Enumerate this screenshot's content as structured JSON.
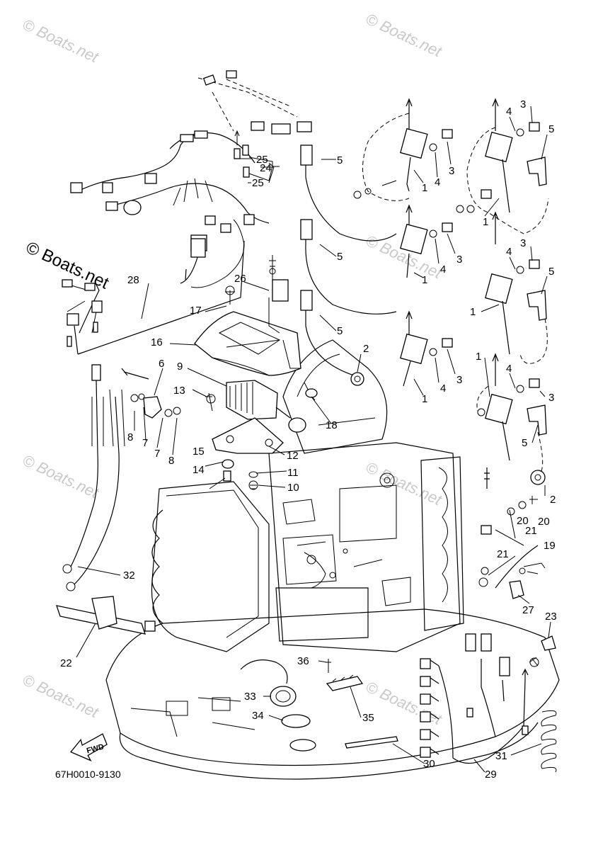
{
  "watermark": {
    "text": "© Boats.net"
  },
  "diagram_code": "67H0010-9130",
  "fwd_label": "FWD",
  "callouts": {
    "n1": "1",
    "n2": "2",
    "n3": "3",
    "n4": "4",
    "n5": "5",
    "n6": "6",
    "n7": "7",
    "n8": "8",
    "n9": "9",
    "n10": "10",
    "n11": "11",
    "n12": "12",
    "n13": "13",
    "n14": "14",
    "n15": "15",
    "n16": "16",
    "n17": "17",
    "n18": "18",
    "n19": "19",
    "n20": "20",
    "n21": "21",
    "n22": "22",
    "n23": "23",
    "n24": "24",
    "n25": "25",
    "n26": "26",
    "n27": "27",
    "n28": "28",
    "n29": "29",
    "n30": "30",
    "n31": "31",
    "n32": "32",
    "n33": "33",
    "n34": "34",
    "n35": "35",
    "n36": "36"
  }
}
